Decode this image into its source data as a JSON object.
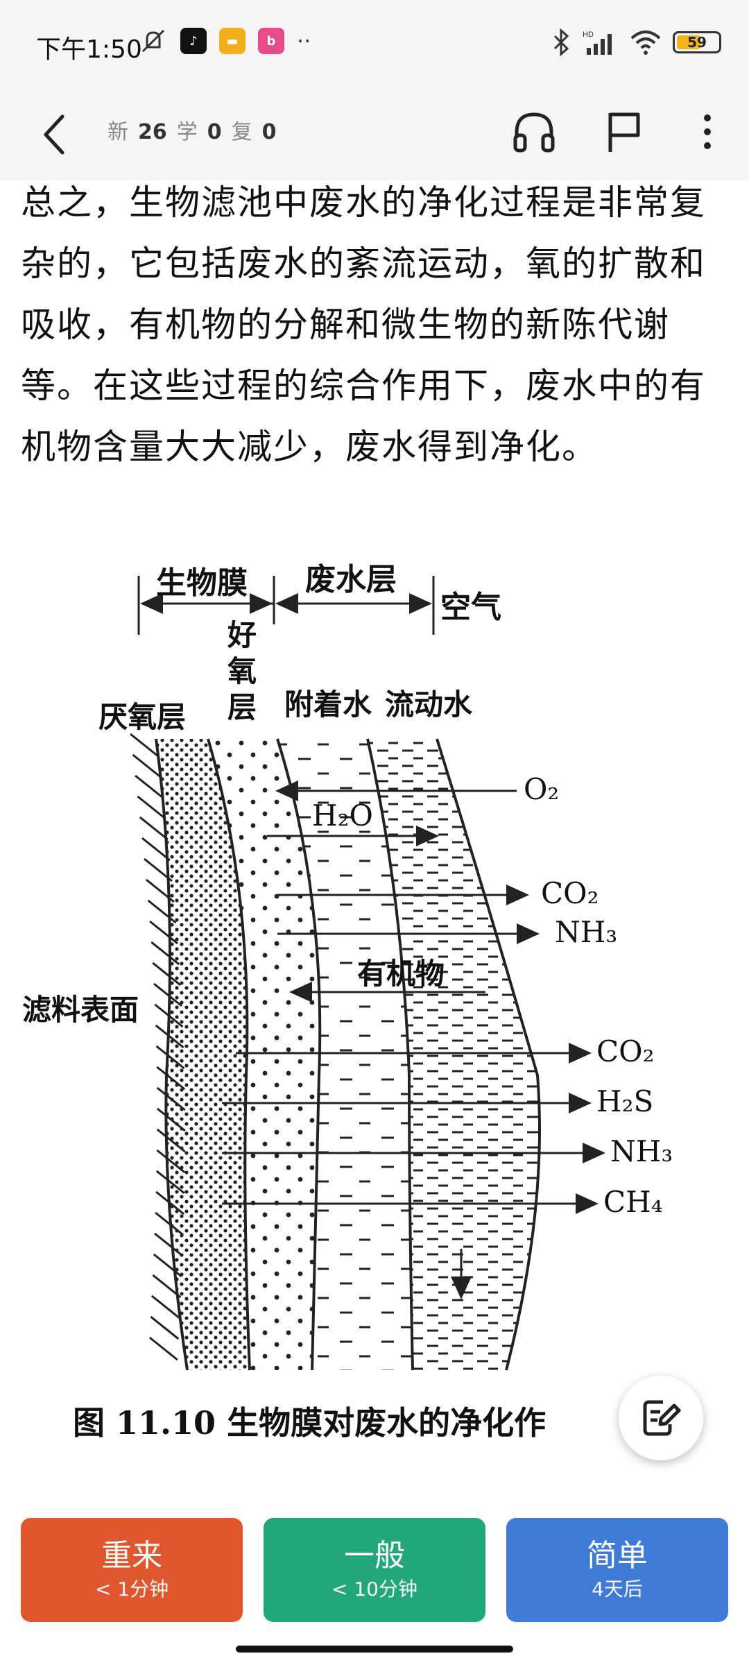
{
  "status_bar": {
    "time": "下午1:50",
    "battery": "59",
    "battery_level": 0.59,
    "icons": [
      "mute-icon",
      "douyin-icon",
      "message-icon",
      "bilibili-icon",
      "more-dots-icon",
      "bluetooth-icon",
      "signal-icon",
      "wifi-icon",
      "battery-icon"
    ]
  },
  "header": {
    "new_label": "新",
    "new_count": "26",
    "learn_label": "学",
    "learn_count": "0",
    "review_label": "复",
    "review_count": "0"
  },
  "card": {
    "text": "总之，生物滤池中废水的净化过程是非常复杂的，它包括废水的紊流运动，氧的扩散和吸收，有机物的分解和微生物的新陈代谢等。在这些过程的综合作用下，废水中的有机物含量大大减少，废水得到净化。",
    "figure": {
      "top_labels": [
        "生物膜",
        "废水层",
        "空气"
      ],
      "layer_labels": [
        "厌氧层",
        "好氧层",
        "附着水",
        "流动水"
      ],
      "surface_label": "滤料表面",
      "center_labels": [
        "H₂O",
        "有机物"
      ],
      "in_labels": [
        "O₂"
      ],
      "out_labels_upper": [
        "CO₂",
        "NH₃"
      ],
      "out_labels_lower": [
        "CO₂",
        "H₂S",
        "NH₃",
        "CH₄"
      ]
    },
    "caption": "图 11.10  生物膜对废水的净化作"
  },
  "buttons": {
    "again": {
      "label": "重来",
      "sub": "< 1分钟",
      "color": "#e0562e"
    },
    "good": {
      "label": "一般",
      "sub": "< 10分钟",
      "color": "#22a77a"
    },
    "easy": {
      "label": "简单",
      "sub": "4天后",
      "color": "#3f7ad6"
    }
  }
}
